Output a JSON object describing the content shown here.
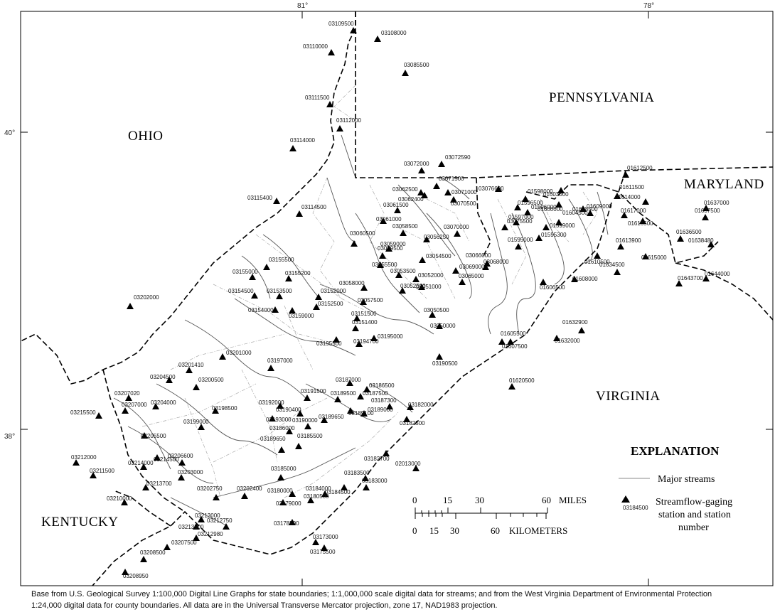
{
  "graticule": {
    "lon_81": "81°",
    "lon_78": "78°",
    "lat_40": "40°",
    "lat_38": "38°"
  },
  "states": {
    "ohio": "OHIO",
    "pennsylvania": "PENNSYLVANIA",
    "maryland": "MARYLAND",
    "virginia": "VIRGINIA",
    "kentucky": "KENTUCKY"
  },
  "explanation": {
    "title": "EXPLANATION",
    "streams_label": "Major streams",
    "station_label_1": "Streamflow-gaging",
    "station_label_2": "station and station",
    "station_label_3": "number",
    "example_station": "03184500"
  },
  "scale": {
    "miles_ticks": [
      "0",
      "15",
      "30",
      "60"
    ],
    "miles_unit": "MILES",
    "km_ticks": [
      "0",
      "15",
      "30",
      "60"
    ],
    "km_unit": "KILOMETERS"
  },
  "credit": "Base from U.S. Geological Survey 1:100,000 Digital Line Graphs for state boundaries; 1:1,000,000 scale digital data for streams; and from the West Virginia Department of Environmental Protection 1:24,000 digital data for county boundaries. All data are in the Universal Transverse Mercator projection, zone 17, NAD1983 projection.",
  "stations": [
    "03109500",
    "03108000",
    "03110000",
    "03085500",
    "03111500",
    "03112000",
    "03114000",
    "03072000",
    "03072590",
    "03062500",
    "03071500",
    "03062400",
    "03071000",
    "03070500",
    "03115400",
    "03114500",
    "03061500",
    "03061000",
    "03058500",
    "03056250",
    "03070000",
    "03060500",
    "03059000",
    "03059500",
    "03054500",
    "03055500",
    "03155500",
    "03053500",
    "03052000",
    "03068000",
    "03155000",
    "03155200",
    "03058000",
    "03052500",
    "03069000",
    "03065000",
    "03154500",
    "03153500",
    "03152000",
    "03057500",
    "03051000",
    "03152500",
    "03151500",
    "03050500",
    "03154000",
    "03159000",
    "03202000",
    "03151400",
    "03050000",
    "03195000",
    "03195500",
    "03194700",
    "03201000",
    "03201410",
    "03197000",
    "03190500",
    "03204500",
    "03200500",
    "03187000",
    "03186500",
    "03187500",
    "03207020",
    "03204000",
    "03192000",
    "03191500",
    "03189500",
    "03187300",
    "03182000",
    "03207000",
    "03215500",
    "03198500",
    "03190400",
    "03189100",
    "03189650",
    "03189000",
    "03199000",
    "03193000",
    "03182500",
    "03205500",
    "03186000",
    "03190000",
    "03185500",
    "03189650",
    "03214500",
    "03214000",
    "03206600",
    "03212000",
    "03211500",
    "03203000",
    "03183500",
    "03182700",
    "02013000",
    "03185000",
    "03213700",
    "03210000",
    "03184500",
    "03183000",
    "03202750",
    "03202400",
    "03180000",
    "03184000",
    "03179000",
    "03180500",
    "03213000",
    "03213500",
    "03212750",
    "03212980",
    "03178500",
    "03175500",
    "03173000",
    "03207500",
    "03208500",
    "03208950",
    "03076600",
    "01603000",
    "01612500",
    "01598000",
    "01611500",
    "01614000",
    "01596500",
    "01596000",
    "01600000",
    "01609000",
    "01617000",
    "01637000",
    "01597000",
    "01604500",
    "01608500",
    "01616500",
    "01637500",
    "03075500",
    "01599000",
    "01595300",
    "01595000",
    "01636500",
    "01613900",
    "01638480",
    "01610500",
    "01615000",
    "03066000",
    "01606500",
    "01608000",
    "01634500",
    "01644000",
    "01643700",
    "01605500",
    "01607500",
    "01632000",
    "01632900",
    "01620500"
  ]
}
